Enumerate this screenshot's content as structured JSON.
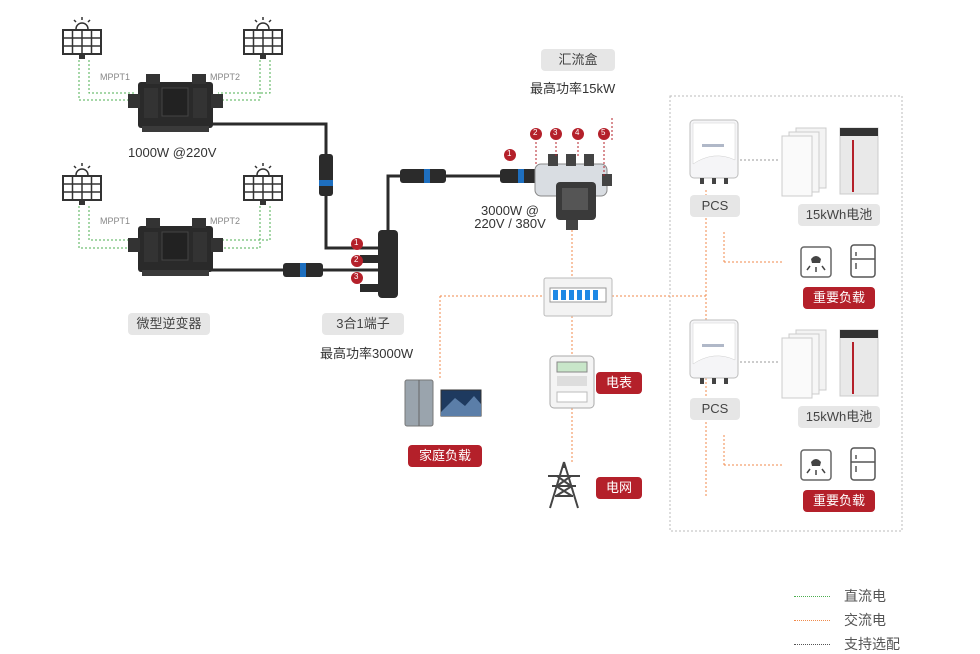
{
  "labels": {
    "mppt1_a": "MPPT1",
    "mppt2_a": "MPPT2",
    "mppt1_b": "MPPT1",
    "mppt2_b": "MPPT2",
    "inverter_rating": "1000W @220V",
    "micro_inverter": "微型逆变器",
    "combiner_3in1": "3合1端子",
    "combiner_3in1_power": "最高功率3000W",
    "combiner_box": "汇流盒",
    "combiner_box_power": "最高功率15kW",
    "box_rating_line1": "3000W @",
    "box_rating_line2": "220V / 380V",
    "pcs1": "PCS",
    "pcs2": "PCS",
    "battery1": "15kWh电池",
    "battery2": "15kWh电池",
    "critical_load1": "重要负载",
    "critical_load2": "重要负载",
    "meter": "电表",
    "grid": "电网",
    "home_load": "家庭负载"
  },
  "badges": {
    "terminal": [
      "1",
      "2",
      "3"
    ],
    "box_inputs": [
      "1",
      "2",
      "3",
      "4",
      "5"
    ]
  },
  "legend": [
    {
      "label": "直流电",
      "color": "#4caf50"
    },
    {
      "label": "交流电",
      "color": "#f08a4b"
    },
    {
      "label": "支持选配",
      "color": "#555555"
    }
  ],
  "colors": {
    "accent_red": "#b4202a",
    "dc_line": "#4caf50",
    "ac_line": "#f08a4b",
    "optional_line": "#999999",
    "cable": "#2b2b2b"
  }
}
